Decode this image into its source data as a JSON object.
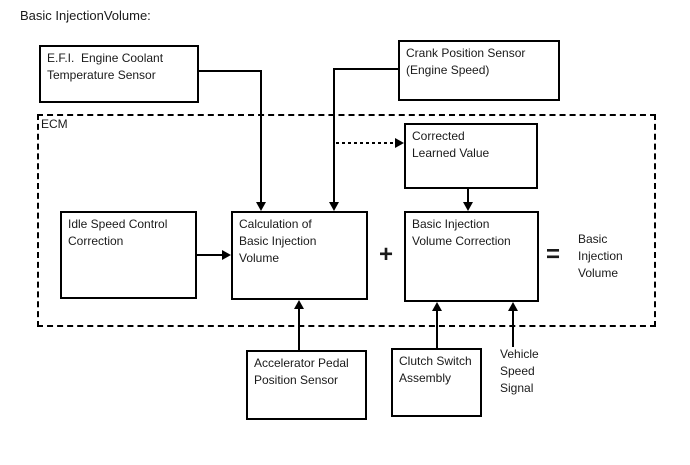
{
  "title": "Basic InjectionVolume:",
  "ecm": {
    "label": "ECM"
  },
  "boxes": {
    "efi": {
      "label": "E.F.I.  Engine Coolant\nTemperature Sensor"
    },
    "crank": {
      "label": "Crank Position Sensor\n(Engine Speed)"
    },
    "corrected": {
      "label": "Corrected\nLearned Value"
    },
    "idle": {
      "label": "Idle Speed Control\nCorrection"
    },
    "calculation": {
      "label": "Calculation of\nBasic Injection\nVolume"
    },
    "correction": {
      "label": "Basic Injection\nVolume Correction"
    },
    "accelerator": {
      "label": "Accelerator Pedal\nPosition Sensor"
    },
    "clutch": {
      "label": "Clutch Switch\nAssembly"
    }
  },
  "operators": {
    "plus": "+",
    "equals": "="
  },
  "labels": {
    "result": "Basic\nInjection\nVolume",
    "vehicle_speed": "Vehicle\nSpeed\nSignal"
  },
  "colors": {
    "line": "#000000",
    "text": "#1a1a1a",
    "background": "#ffffff"
  }
}
